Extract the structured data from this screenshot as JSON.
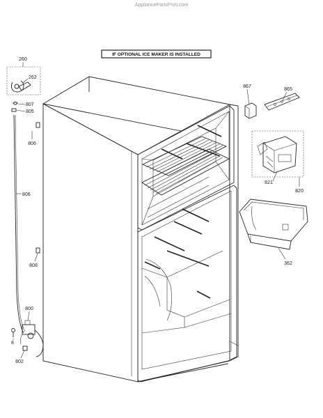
{
  "watermark": "AppliancePartsPros.com",
  "banner": "IF OPTIONAL ICE MAKER IS INSTALLED",
  "callouts": {
    "c260": "260",
    "c262": "262",
    "c807": "807",
    "c805": "805",
    "c806a": "806",
    "c806b": "806",
    "c808": "808",
    "c800": "800",
    "c8": "8",
    "c802": "802",
    "c867": "867",
    "c865": "865",
    "c821": "821",
    "c820": "820",
    "c362": "362"
  }
}
